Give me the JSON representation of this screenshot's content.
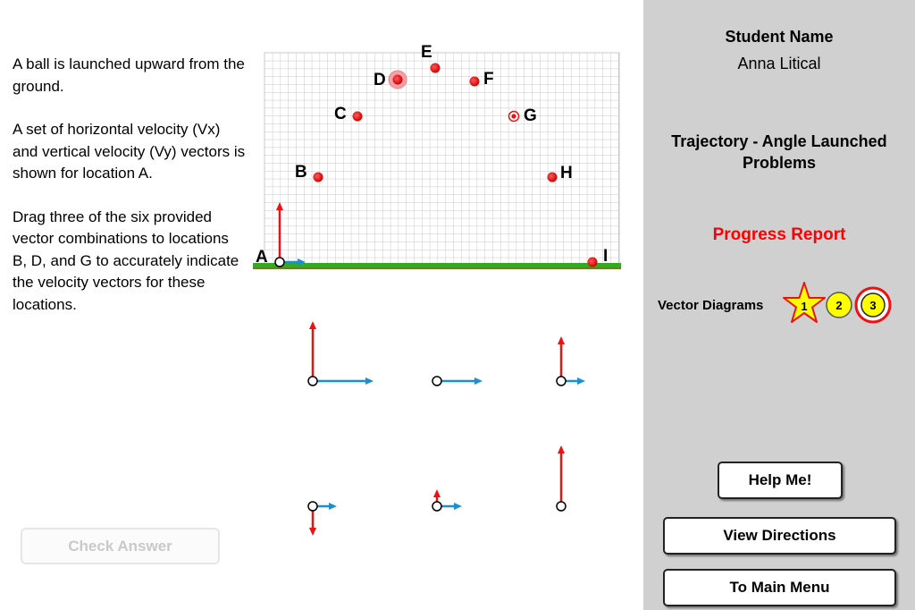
{
  "instructions": {
    "p1": "A ball is launched upward from the ground.",
    "p2": "A set of horizontal velocity (Vx) and vertical velocity (Vy) vectors is shown for location A.",
    "p3": "Drag three of the six provided vector combinations to locations B, D, and G to accurately indicate the velocity vectors for these locations."
  },
  "trajectory": {
    "locations": [
      {
        "label": "A"
      },
      {
        "label": "B"
      },
      {
        "label": "C"
      },
      {
        "label": "D"
      },
      {
        "label": "E"
      },
      {
        "label": "F"
      },
      {
        "label": "G"
      },
      {
        "label": "H"
      },
      {
        "label": "I"
      }
    ]
  },
  "check_answer_label": "Check Answer",
  "panel": {
    "student_name_title": "Student Name",
    "student_name": "Anna Litical",
    "topic": "Trajectory - Angle Launched\nProblems",
    "progress_report": "Progress Report",
    "vector_diagrams_label": "Vector Diagrams",
    "levels": [
      {
        "label": "1",
        "state": "star"
      },
      {
        "label": "2",
        "state": "plain"
      },
      {
        "label": "3",
        "state": "current"
      }
    ],
    "help_label": "Help Me!",
    "directions_label": "View Directions",
    "main_menu_label": "To Main Menu"
  },
  "colors": {
    "dot": "#ee1111",
    "vy": "#ee1111",
    "vx": "#1a8fd6",
    "grass": "#33aa22",
    "panel_bg": "#d0d0d0",
    "progress": "#ff0000",
    "level_fill": "#ffff00"
  }
}
